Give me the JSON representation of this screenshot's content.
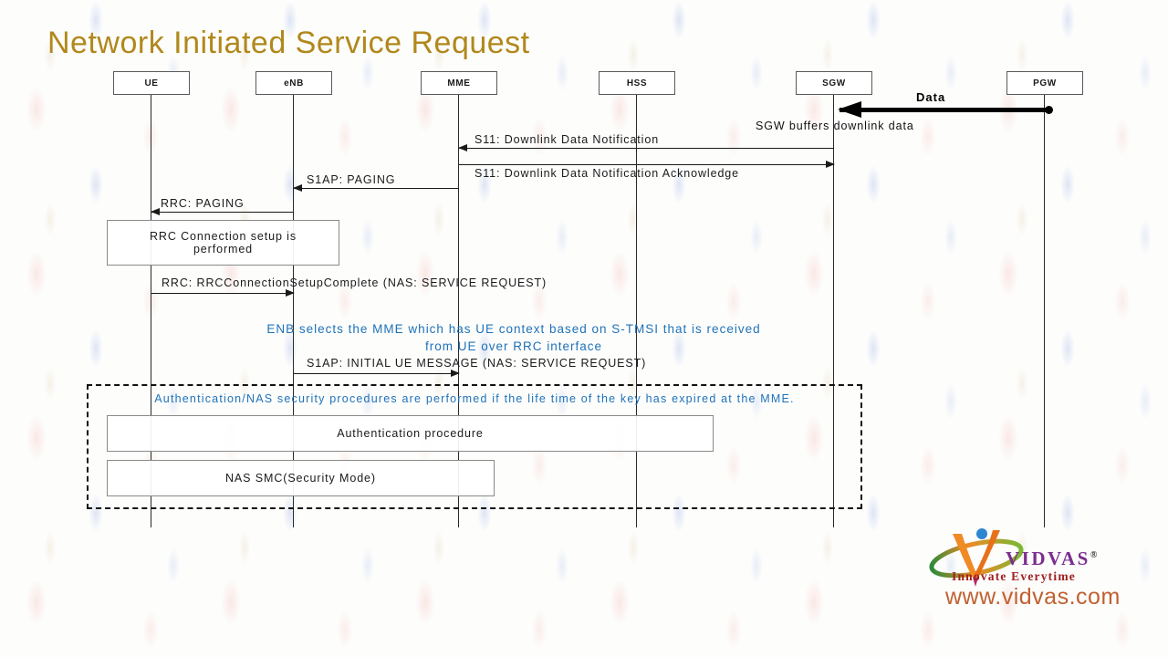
{
  "title": "Network Initiated Service Request",
  "colors": {
    "title_gold": "#B1881C",
    "note_blue": "#1F72B8",
    "line_black": "#1a1a1a",
    "brand_purple": "#7B2E8E",
    "tagline_red": "#A02020",
    "url_orange": "#C06030"
  },
  "participants": [
    {
      "id": "ue",
      "label": "UE"
    },
    {
      "id": "enb",
      "label": "eNB"
    },
    {
      "id": "mme",
      "label": "MME"
    },
    {
      "id": "hss",
      "label": "HSS"
    },
    {
      "id": "sgw",
      "label": "SGW"
    },
    {
      "id": "pgw",
      "label": "PGW"
    }
  ],
  "data_flow": {
    "label": "Data",
    "from": "PGW",
    "to": "SGW",
    "note": "SGW buffers downlink data"
  },
  "messages": [
    {
      "label": "S11: Downlink Data Notification",
      "from": "SGW",
      "to": "MME"
    },
    {
      "label": "S11: Downlink Data Notification Acknowledge",
      "from": "MME",
      "to": "SGW"
    },
    {
      "label": "S1AP: PAGING",
      "from": "MME",
      "to": "eNB"
    },
    {
      "label": "RRC: PAGING",
      "from": "eNB",
      "to": "UE"
    },
    {
      "label": "RRC: RRCConnectionSetupComplete (NAS: SERVICE REQUEST)",
      "from": "UE",
      "to": "eNB"
    },
    {
      "label": "S1AP: INITIAL UE MESSAGE (NAS: SERVICE REQUEST)",
      "from": "eNB",
      "to": "MME"
    }
  ],
  "notes": {
    "enb_selects": "ENB selects the MME which has UE context based on S-TMSI that is received\nfrom UE over RRC interface",
    "auth_condition": "Authentication/NAS security procedures are performed if the life time of the key has expired at the MME."
  },
  "boxes": [
    {
      "label": "RRC Connection setup is performed"
    },
    {
      "label": "Authentication procedure"
    },
    {
      "label": "NAS SMC(Security Mode)"
    }
  ],
  "branding": {
    "name": "VIDVAS",
    "reg": "®",
    "tagline": "Innovate Everytime",
    "website": "www.vidvas.com"
  }
}
